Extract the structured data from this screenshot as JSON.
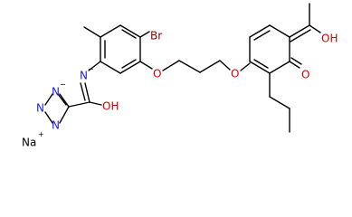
{
  "atoms": {
    "br": "Br",
    "n_amide": "N",
    "o_amide": "OH",
    "o_ether_left": "O",
    "o_ether_right": "O",
    "o_ketone": "O",
    "o_hydroxyl": "OH",
    "tz_n1": "N",
    "tz_n2": "N",
    "tz_n3": "N",
    "tz_n4": "N",
    "na": "Na",
    "na_charge": "+",
    "n_charge": "−",
    "tz_charge": "−"
  },
  "colors": {
    "carbon": "#000000",
    "nitrogen": "#1a1aff",
    "oxygen": "#d40000",
    "bromine": "#8b0000",
    "sodium": "#000000"
  }
}
